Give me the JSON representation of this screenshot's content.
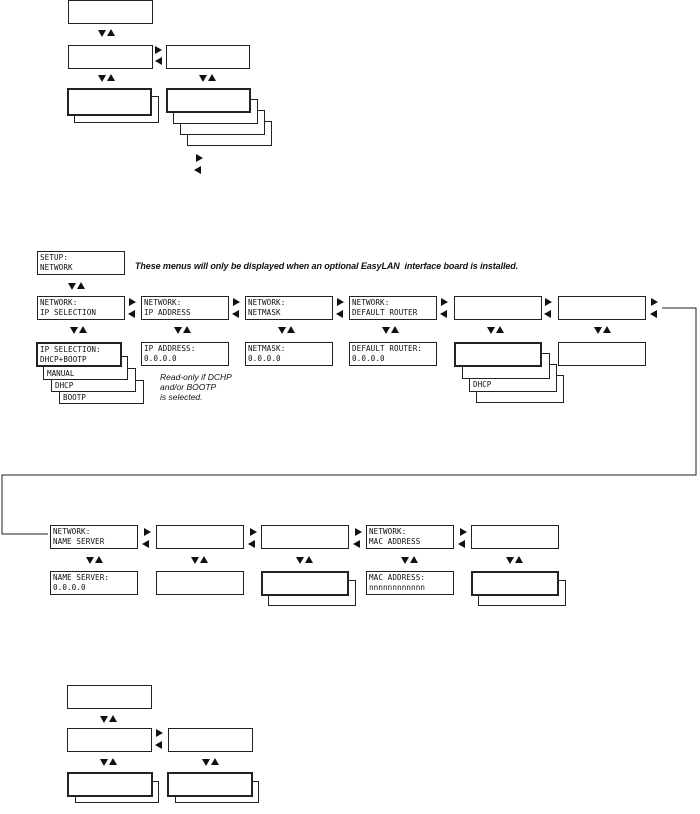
{
  "note_easylan": "These menus will only be displayed when an optional EasyLAN  interface board is installed.",
  "note_readonly": "Read-only if DCHP\nand/or BOOTP\nis selected.",
  "setup_network": "SETUP:\nNETWORK",
  "network_menus": {
    "ip_selection": "NETWORK:\nIP SELECTION",
    "ip_address": "NETWORK:\nIP ADDRESS",
    "netmask": "NETWORK:\nNETMASK",
    "default_router": "NETWORK:\nDEFAULT ROUTER",
    "name_server": "NETWORK:\nNAME SERVER",
    "mac_address": "NETWORK:\nMAC ADDRESS"
  },
  "values": {
    "ip_selection": "IP SELECTION:\nDHCP+BOOTP",
    "ip_selection_options": [
      "MANUAL",
      "DHCP",
      "BOOTP"
    ],
    "ip_address": "IP ADDRESS:\n0.0.0.0",
    "netmask": "NETMASK:\n0.0.0.0",
    "default_router": "DEFAULT ROUTER:\n0.0.0.0",
    "dhcp_option": "DHCP",
    "name_server": "NAME SERVER:\n0.0.0.0",
    "mac_address": "MAC ADDRESS:\nnnnnnnnnnnnn"
  }
}
